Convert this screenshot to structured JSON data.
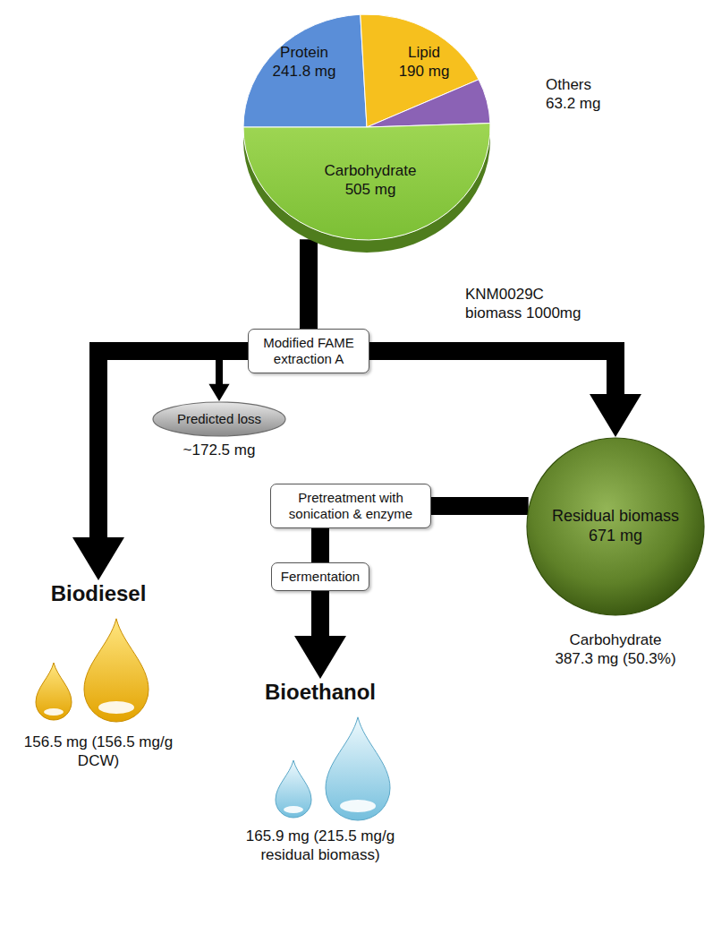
{
  "diagram": {
    "nodes": [
      {
        "text": [
          "KNM0029C biomass 1000mg"
        ]
      },
      {
        "text": [
          "Protein 241.8 mg"
        ],
        "in": 0
      },
      {
        "text": [
          "Lipid 190 mg"
        ],
        "in": 0
      },
      {
        "text": [
          "Others 63.2 mg"
        ],
        "in": 0
      },
      {
        "text": [
          "Carbohydrate 505 mg"
        ],
        "in": 0
      },
      {
        "text": [
          "Modified FAME extraction A"
        ]
      },
      {
        "text": [
          "Predicted loss",
          "~172.5 mg"
        ]
      },
      {
        "text": [
          "Biodiesel",
          "156.5 mg (156.5 mg/g DCW)"
        ]
      },
      {
        "text": [
          "Residual biomass 671 mg",
          "Carbohydrate 387.3 mg (50.3%)"
        ]
      },
      {
        "text": [
          "Pretreatment with sonication & enzyme"
        ]
      },
      {
        "text": [
          "Fermentation"
        ]
      },
      {
        "text": [
          "Bioethanol",
          "165.9 mg (215.5 mg/g residual biomass)"
        ]
      }
    ],
    "edges": [
      {
        "from": 0,
        "to": 5,
        "arrow": "none"
      },
      {
        "from": 5,
        "to": 6,
        "arrow": "to"
      },
      {
        "from": 5,
        "to": 7,
        "arrow": "to"
      },
      {
        "from": 5,
        "to": 8,
        "arrow": "to"
      },
      {
        "from": 8,
        "to": 9,
        "arrow": "none"
      },
      {
        "from": 9,
        "to": 10,
        "arrow": "none"
      },
      {
        "from": 10,
        "to": 11,
        "arrow": "to"
      }
    ]
  }
}
